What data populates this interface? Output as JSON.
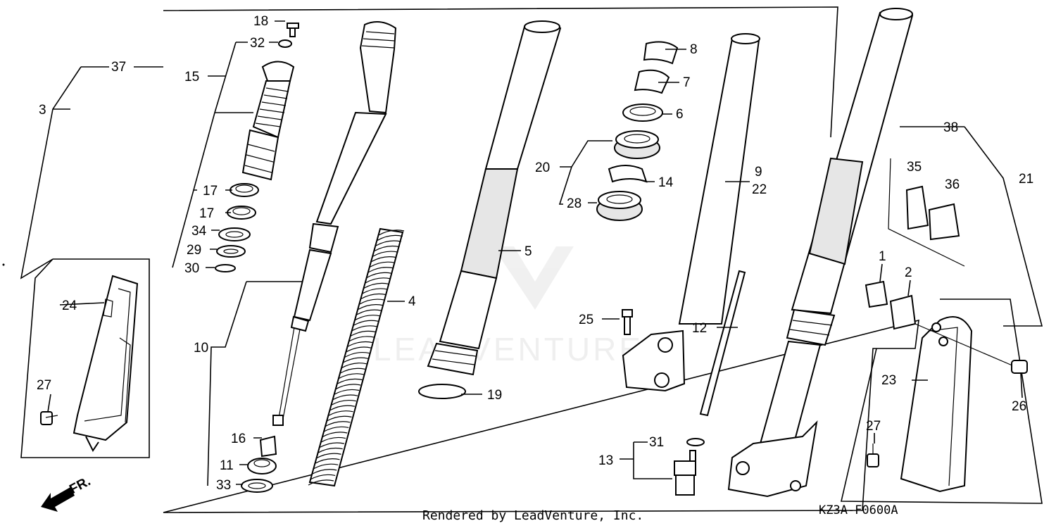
{
  "diagram": {
    "callouts": {
      "n1": "1",
      "n2": "2",
      "n3": "3",
      "n4": "4",
      "n5": "5",
      "n6": "6",
      "n7": "7",
      "n8": "8",
      "n9": "9",
      "n10": "10",
      "n11": "11",
      "n12": "12",
      "n13": "13",
      "n14": "14",
      "n15": "15",
      "n16": "16",
      "n17a": "17",
      "n17b": "17",
      "n18": "18",
      "n19": "19",
      "n20": "20",
      "n21": "21",
      "n22": "22",
      "n23": "23",
      "n24": "24",
      "n25": "25",
      "n26": "26",
      "n27a": "27",
      "n27b": "27",
      "n28": "28",
      "n29": "29",
      "n30": "30",
      "n31": "31",
      "n32": "32",
      "n33": "33",
      "n34": "34",
      "n35": "35",
      "n36": "36",
      "n37": "37",
      "n38": "38"
    },
    "front_indicator": "FR.",
    "watermark": "LEADVENTURE",
    "footer": "Rendered by LeadVenture, Inc.",
    "diagram_code": "KZ3A-F0600A"
  }
}
